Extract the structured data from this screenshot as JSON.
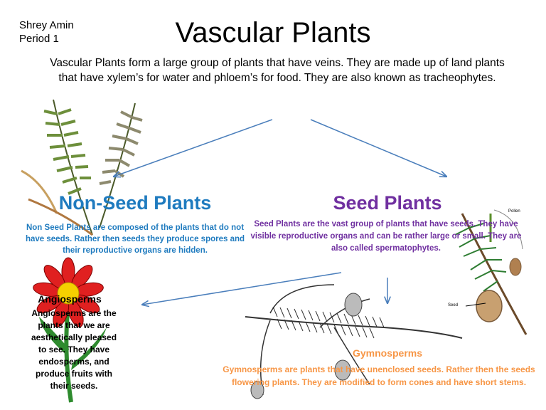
{
  "author": {
    "name": "Shrey Amin",
    "period": "Period 1"
  },
  "title": "Vascular Plants",
  "intro": "Vascular Plants form a large group of plants that have veins. They are made up of land plants that have xylem’s for water and phloem’s for food. They are also known as tracheophytes.",
  "non_seed": {
    "title": "Non-Seed Plants",
    "description": "Non Seed Plants are composed of the plants that do not have seeds. Rather then seeds they produce spores and their reproductive organs are hidden."
  },
  "seed": {
    "title": "Seed Plants",
    "description": "Seed Plants are the vast group of plants that have seeds. They have visible reproductive organs and can be rather large or small. They are also called spermatophytes."
  },
  "angiosperms": {
    "title": "Angiosperms",
    "description": "Angiosperms are the plants that we are aesthetically pleased to see. They have endosperms, and produce fruits with their seeds."
  },
  "gymnosperms": {
    "title": "Gymnosperms",
    "description": "Gymnosperms are plants that have unenclosed seeds. Rather then the seeds flowering plants. They are modified to form cones and have short stems."
  },
  "pine_labels": {
    "pollen": "Pollen",
    "seed": "Seed"
  },
  "colors": {
    "non_seed": "#1f7bbf",
    "seed": "#7030a0",
    "gymnosperms": "#f79646",
    "arrow": "#4a7ebb"
  },
  "images": [
    "fern-illustration",
    "red-flower-illustration",
    "pine-branch-with-cone-illustration",
    "conifer-branch-illustration"
  ]
}
